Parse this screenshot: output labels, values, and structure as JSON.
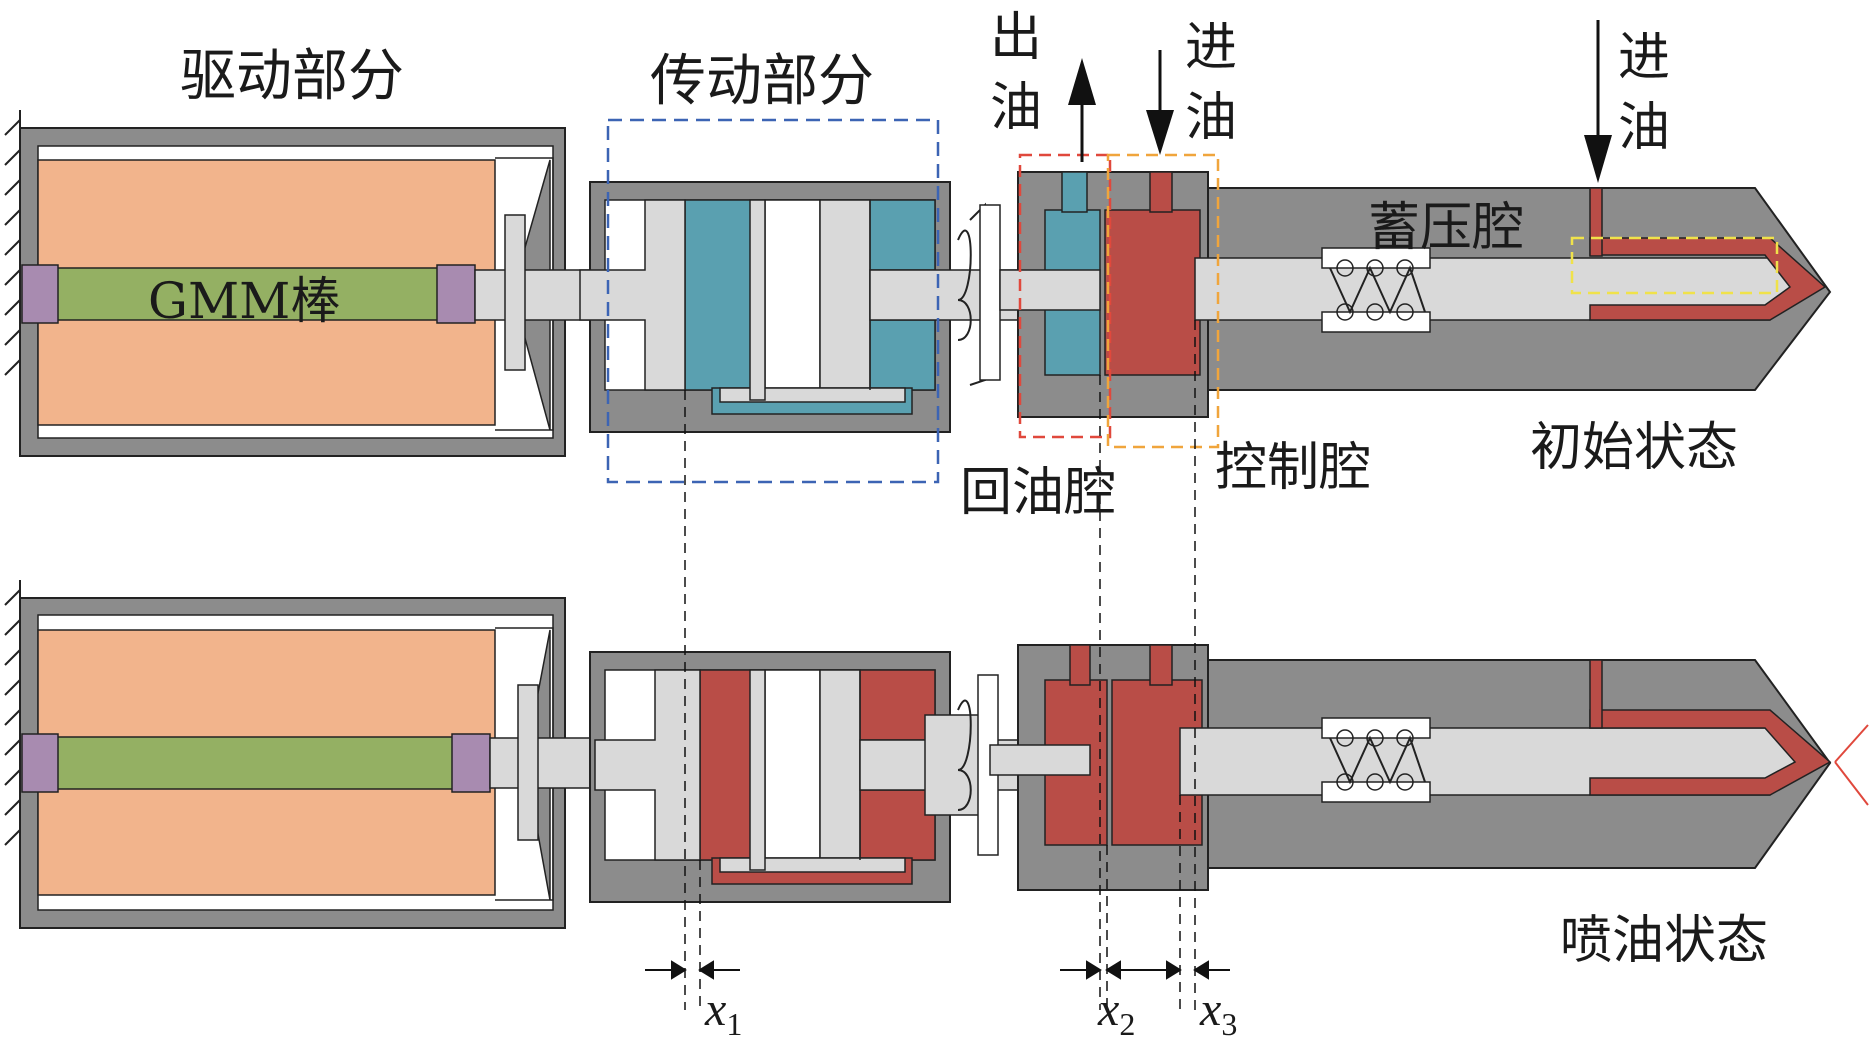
{
  "labels": {
    "drive_part": "驱动部分",
    "transmission_part": "传动部分",
    "oil_out": [
      "出",
      "油"
    ],
    "oil_in_1": [
      "进",
      "油"
    ],
    "oil_in_2": [
      "进",
      "油"
    ],
    "accumulator": "蓄压腔",
    "return_chamber": "回油腔",
    "control_chamber": "控制腔",
    "gmm_rod": "GMM棒",
    "initial_state": "初始状态",
    "injection_state": "喷油状态",
    "x1": "x",
    "x1_sub": "1",
    "x2": "x",
    "x2_sub": "2",
    "x3": "x",
    "x3_sub": "3"
  },
  "colors": {
    "housing": "#8c8c8c",
    "coil": "#f2b48c",
    "gmm": "#94b063",
    "end_cap": "#a88bb0",
    "piston_light": "#d9d9d9",
    "oil_low": "#5aa0b0",
    "oil_high": "#b94d47",
    "outline": "#222222",
    "box_blue": "#3c64b4",
    "box_red": "#e0483c",
    "box_orange": "#f0a53c",
    "box_yellow": "#f0e24a"
  }
}
